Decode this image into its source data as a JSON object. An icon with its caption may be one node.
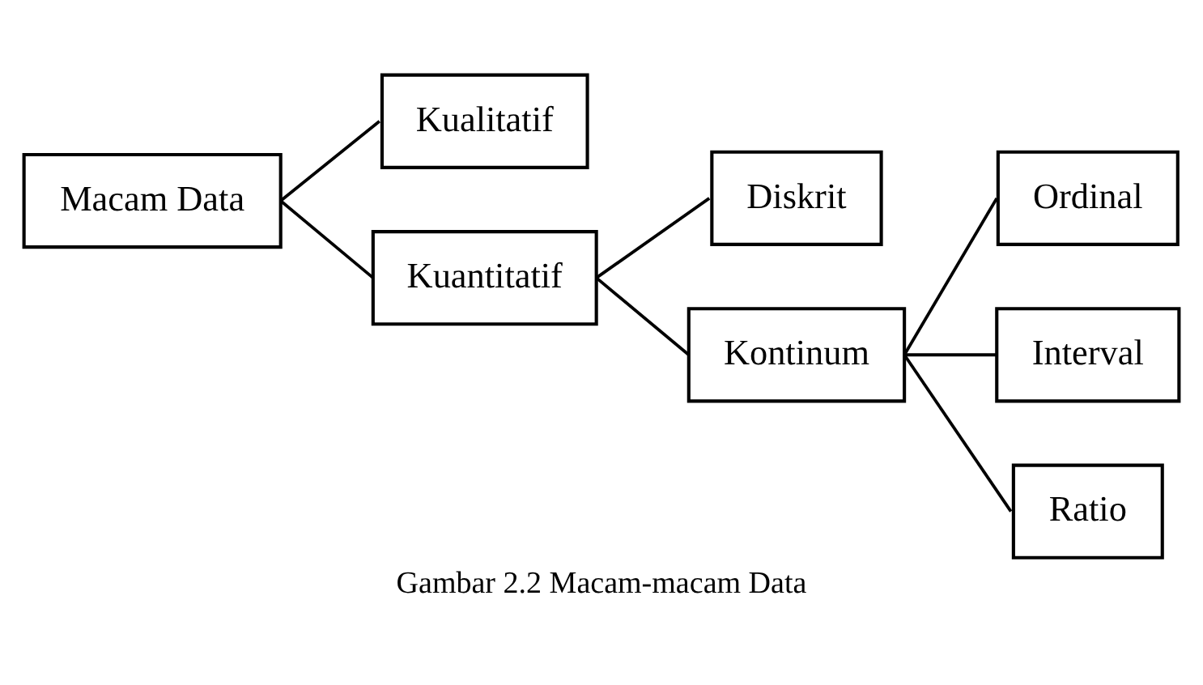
{
  "diagram": {
    "caption": "Gambar 2.2 Macam-macam Data",
    "nodes": [
      {
        "text": [
          "Macam Data"
        ]
      },
      {
        "text": [
          "Kualitatif"
        ]
      },
      {
        "text": [
          "Kuantitatif"
        ]
      },
      {
        "text": [
          "Diskrit"
        ]
      },
      {
        "text": [
          "Kontinum"
        ]
      },
      {
        "text": [
          "Ordinal"
        ]
      },
      {
        "text": [
          "Interval"
        ]
      },
      {
        "text": [
          "Ratio"
        ]
      }
    ],
    "edges": [
      {
        "from": 0,
        "to": 1,
        "arrow": "none"
      },
      {
        "from": 0,
        "to": 2,
        "arrow": "none"
      },
      {
        "from": 2,
        "to": 3,
        "arrow": "none"
      },
      {
        "from": 2,
        "to": 4,
        "arrow": "none"
      },
      {
        "from": 4,
        "to": 5,
        "arrow": "none"
      },
      {
        "from": 4,
        "to": 6,
        "arrow": "none"
      },
      {
        "from": 4,
        "to": 7,
        "arrow": "none"
      }
    ]
  }
}
